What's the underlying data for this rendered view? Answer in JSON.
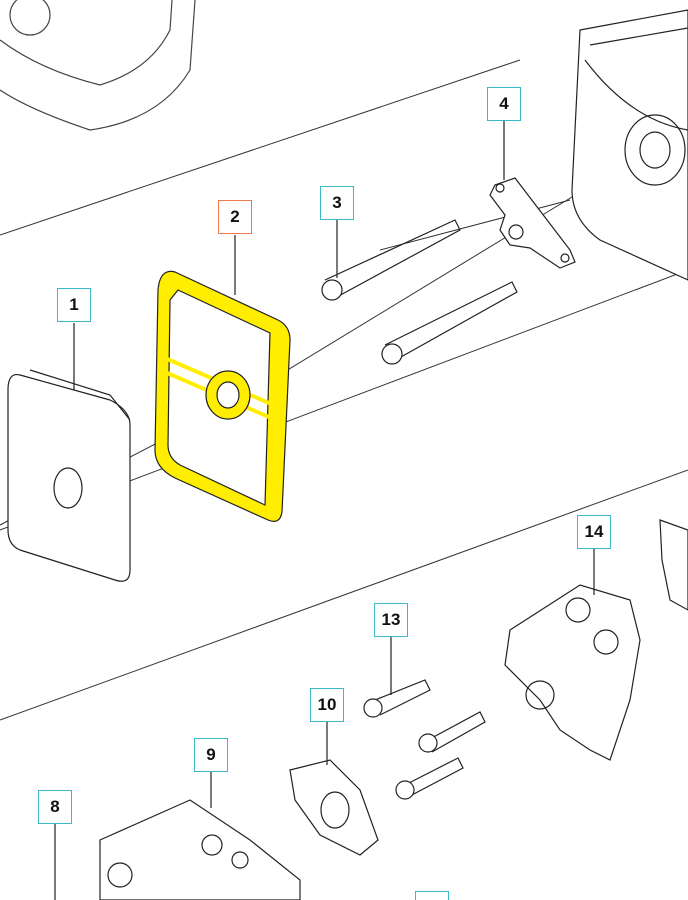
{
  "diagram": {
    "callouts": [
      {
        "label": "1",
        "part": "air-filter"
      },
      {
        "label": "2",
        "part": "filter-gasket",
        "selected": true
      },
      {
        "label": "3",
        "part": "screw"
      },
      {
        "label": "4",
        "part": "bracket"
      },
      {
        "label": "14",
        "part": "intake-adapter"
      },
      {
        "label": "13",
        "part": "screw"
      },
      {
        "label": "10",
        "part": "gasket"
      },
      {
        "label": "9",
        "part": "carburetor"
      },
      {
        "label": "8",
        "part": "part-8"
      },
      {
        "label": "",
        "part": "partial-callout"
      }
    ],
    "colors": {
      "callout_border": "#3bb7c6",
      "selected_border": "#f07850",
      "highlight": "#ffee00"
    }
  }
}
